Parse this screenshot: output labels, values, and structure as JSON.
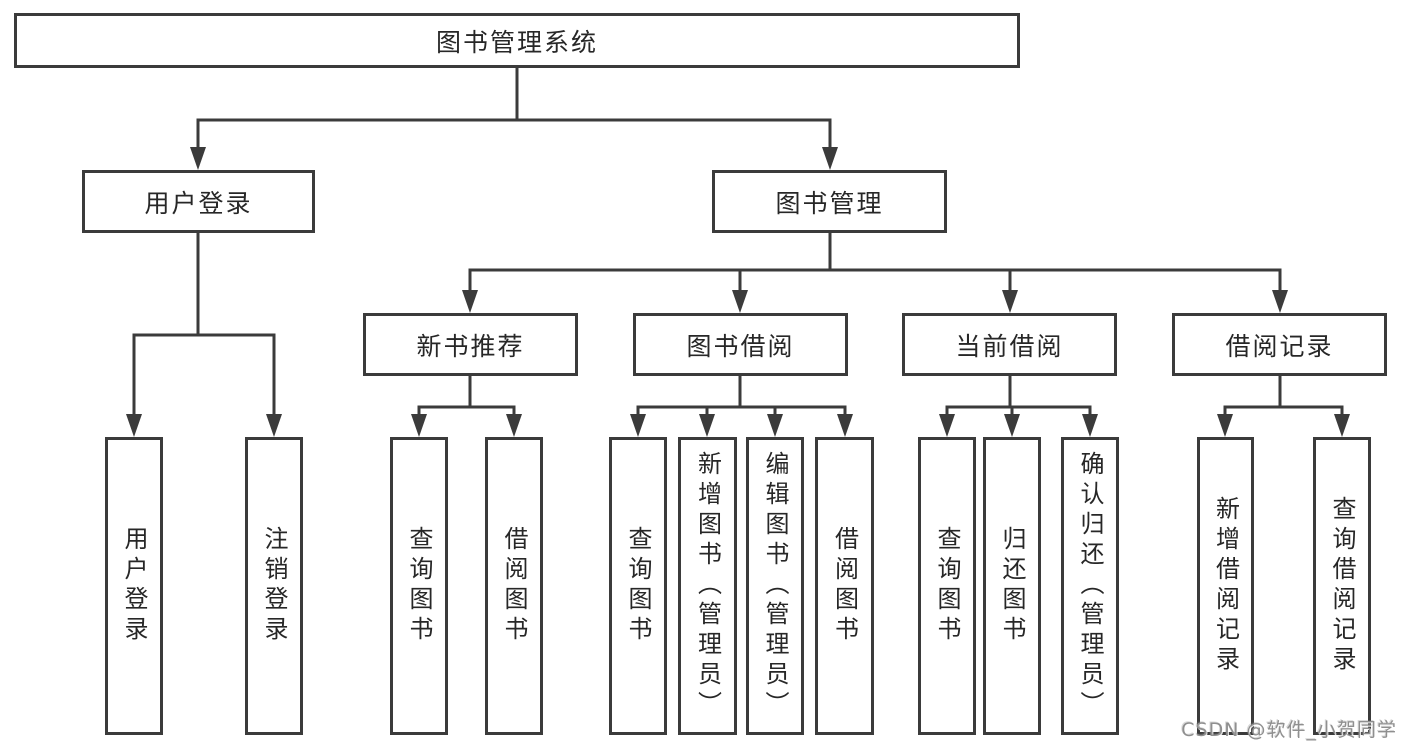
{
  "tree": {
    "root": {
      "label": "图书管理系统",
      "children": [
        {
          "label": "用户登录",
          "children": [
            {
              "label": "用户登录"
            },
            {
              "label": "注销登录"
            }
          ]
        },
        {
          "label": "图书管理",
          "children": [
            {
              "label": "新书推荐",
              "children": [
                {
                  "label": "查询图书"
                },
                {
                  "label": "借阅图书"
                }
              ]
            },
            {
              "label": "图书借阅",
              "children": [
                {
                  "label": "查询图书"
                },
                {
                  "label": "新增图书（管理员）"
                },
                {
                  "label": "编辑图书（管理员）"
                },
                {
                  "label": "借阅图书"
                }
              ]
            },
            {
              "label": "当前借阅",
              "children": [
                {
                  "label": "查询图书"
                },
                {
                  "label": "归还图书"
                },
                {
                  "label": "确认归还（管理员）"
                }
              ]
            },
            {
              "label": "借阅记录",
              "children": [
                {
                  "label": "新增借阅记录"
                },
                {
                  "label": "查询借阅记录"
                }
              ]
            }
          ]
        }
      ]
    }
  },
  "watermark": {
    "text": "CSDN @软件_小贺同学"
  },
  "colors": {
    "line": "#3b3b3b",
    "text": "#272727",
    "background": "#ffffff",
    "watermark": "#8f8f8f"
  }
}
